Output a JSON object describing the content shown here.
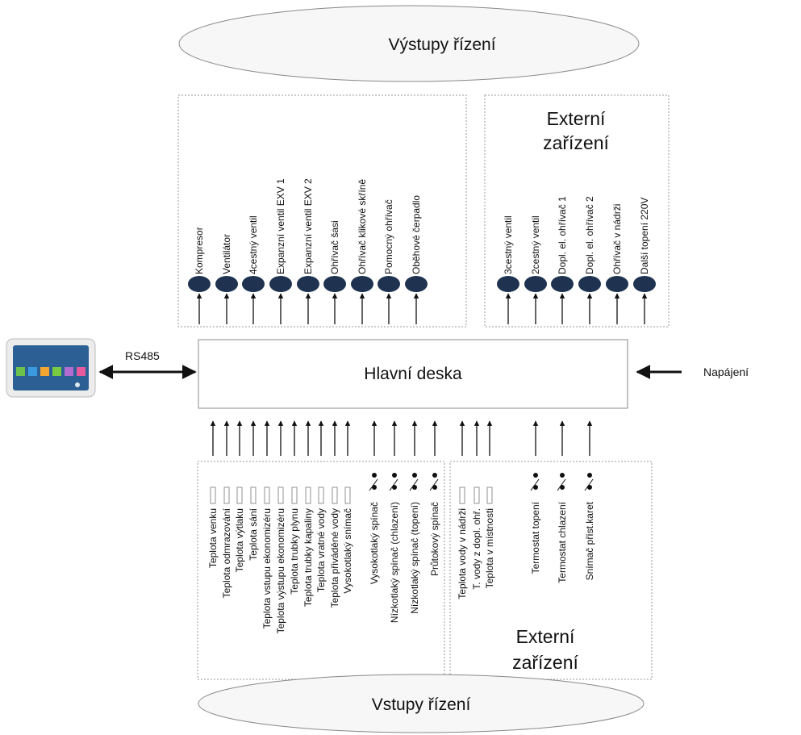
{
  "top_ellipse_label": "Výstupy řízení",
  "bottom_ellipse_label": "Vstupy řízení",
  "main_board_label": "Hlavní deska",
  "power_label": "Napájení",
  "rs485_label": "RS485",
  "outputs": [
    "Kompresor",
    "Ventilátor",
    "4cestný ventil",
    "Expanzní ventil EXV 1",
    "Expanzní ventil EXV 2",
    "Ohřívač šasi",
    "Ohřívač klikové skříně",
    "Pomocný ohřívač",
    "Oběhové čerpadlo"
  ],
  "external_outputs_title": [
    "Externí",
    "zařízení"
  ],
  "external_outputs": [
    "3cestný ventil",
    "2cestný ventil",
    "Dopl. el. ohřívač 1",
    "Dopl. el. ohřívač 2",
    "Ohřívač v nádrži",
    "Další topení 220V"
  ],
  "sensors": [
    "Teplota venku",
    "Teplota odmrazování",
    "Teplota výtlaku",
    "Teplota sání",
    "Teplota vstupu ekonomizéru",
    "Teplota výstupu ekonomizéru",
    "Teplota trubky plynu",
    "Teplota trubky kapaliny",
    "Teplota vratné vody",
    "Teplota přiváděné vody",
    "Vysokotlaký snímač"
  ],
  "switches": [
    "Vysokotlaký spínač",
    "Nízkotlaký spínač (chlazení)",
    "Nízkotlaký spínač (topení)",
    "Průtokový spínač"
  ],
  "external_sensors": [
    "Teplota vody v nádrži",
    "T. vody z dopl. ohř.",
    "Teplota v místnosti"
  ],
  "external_switches": [
    "Termostat topení",
    "Termostat chlazení",
    "Snímač příst.karet"
  ],
  "external_inputs_title": [
    "Externí",
    "zařízení"
  ],
  "device_icon": "controller-tablet-icon"
}
